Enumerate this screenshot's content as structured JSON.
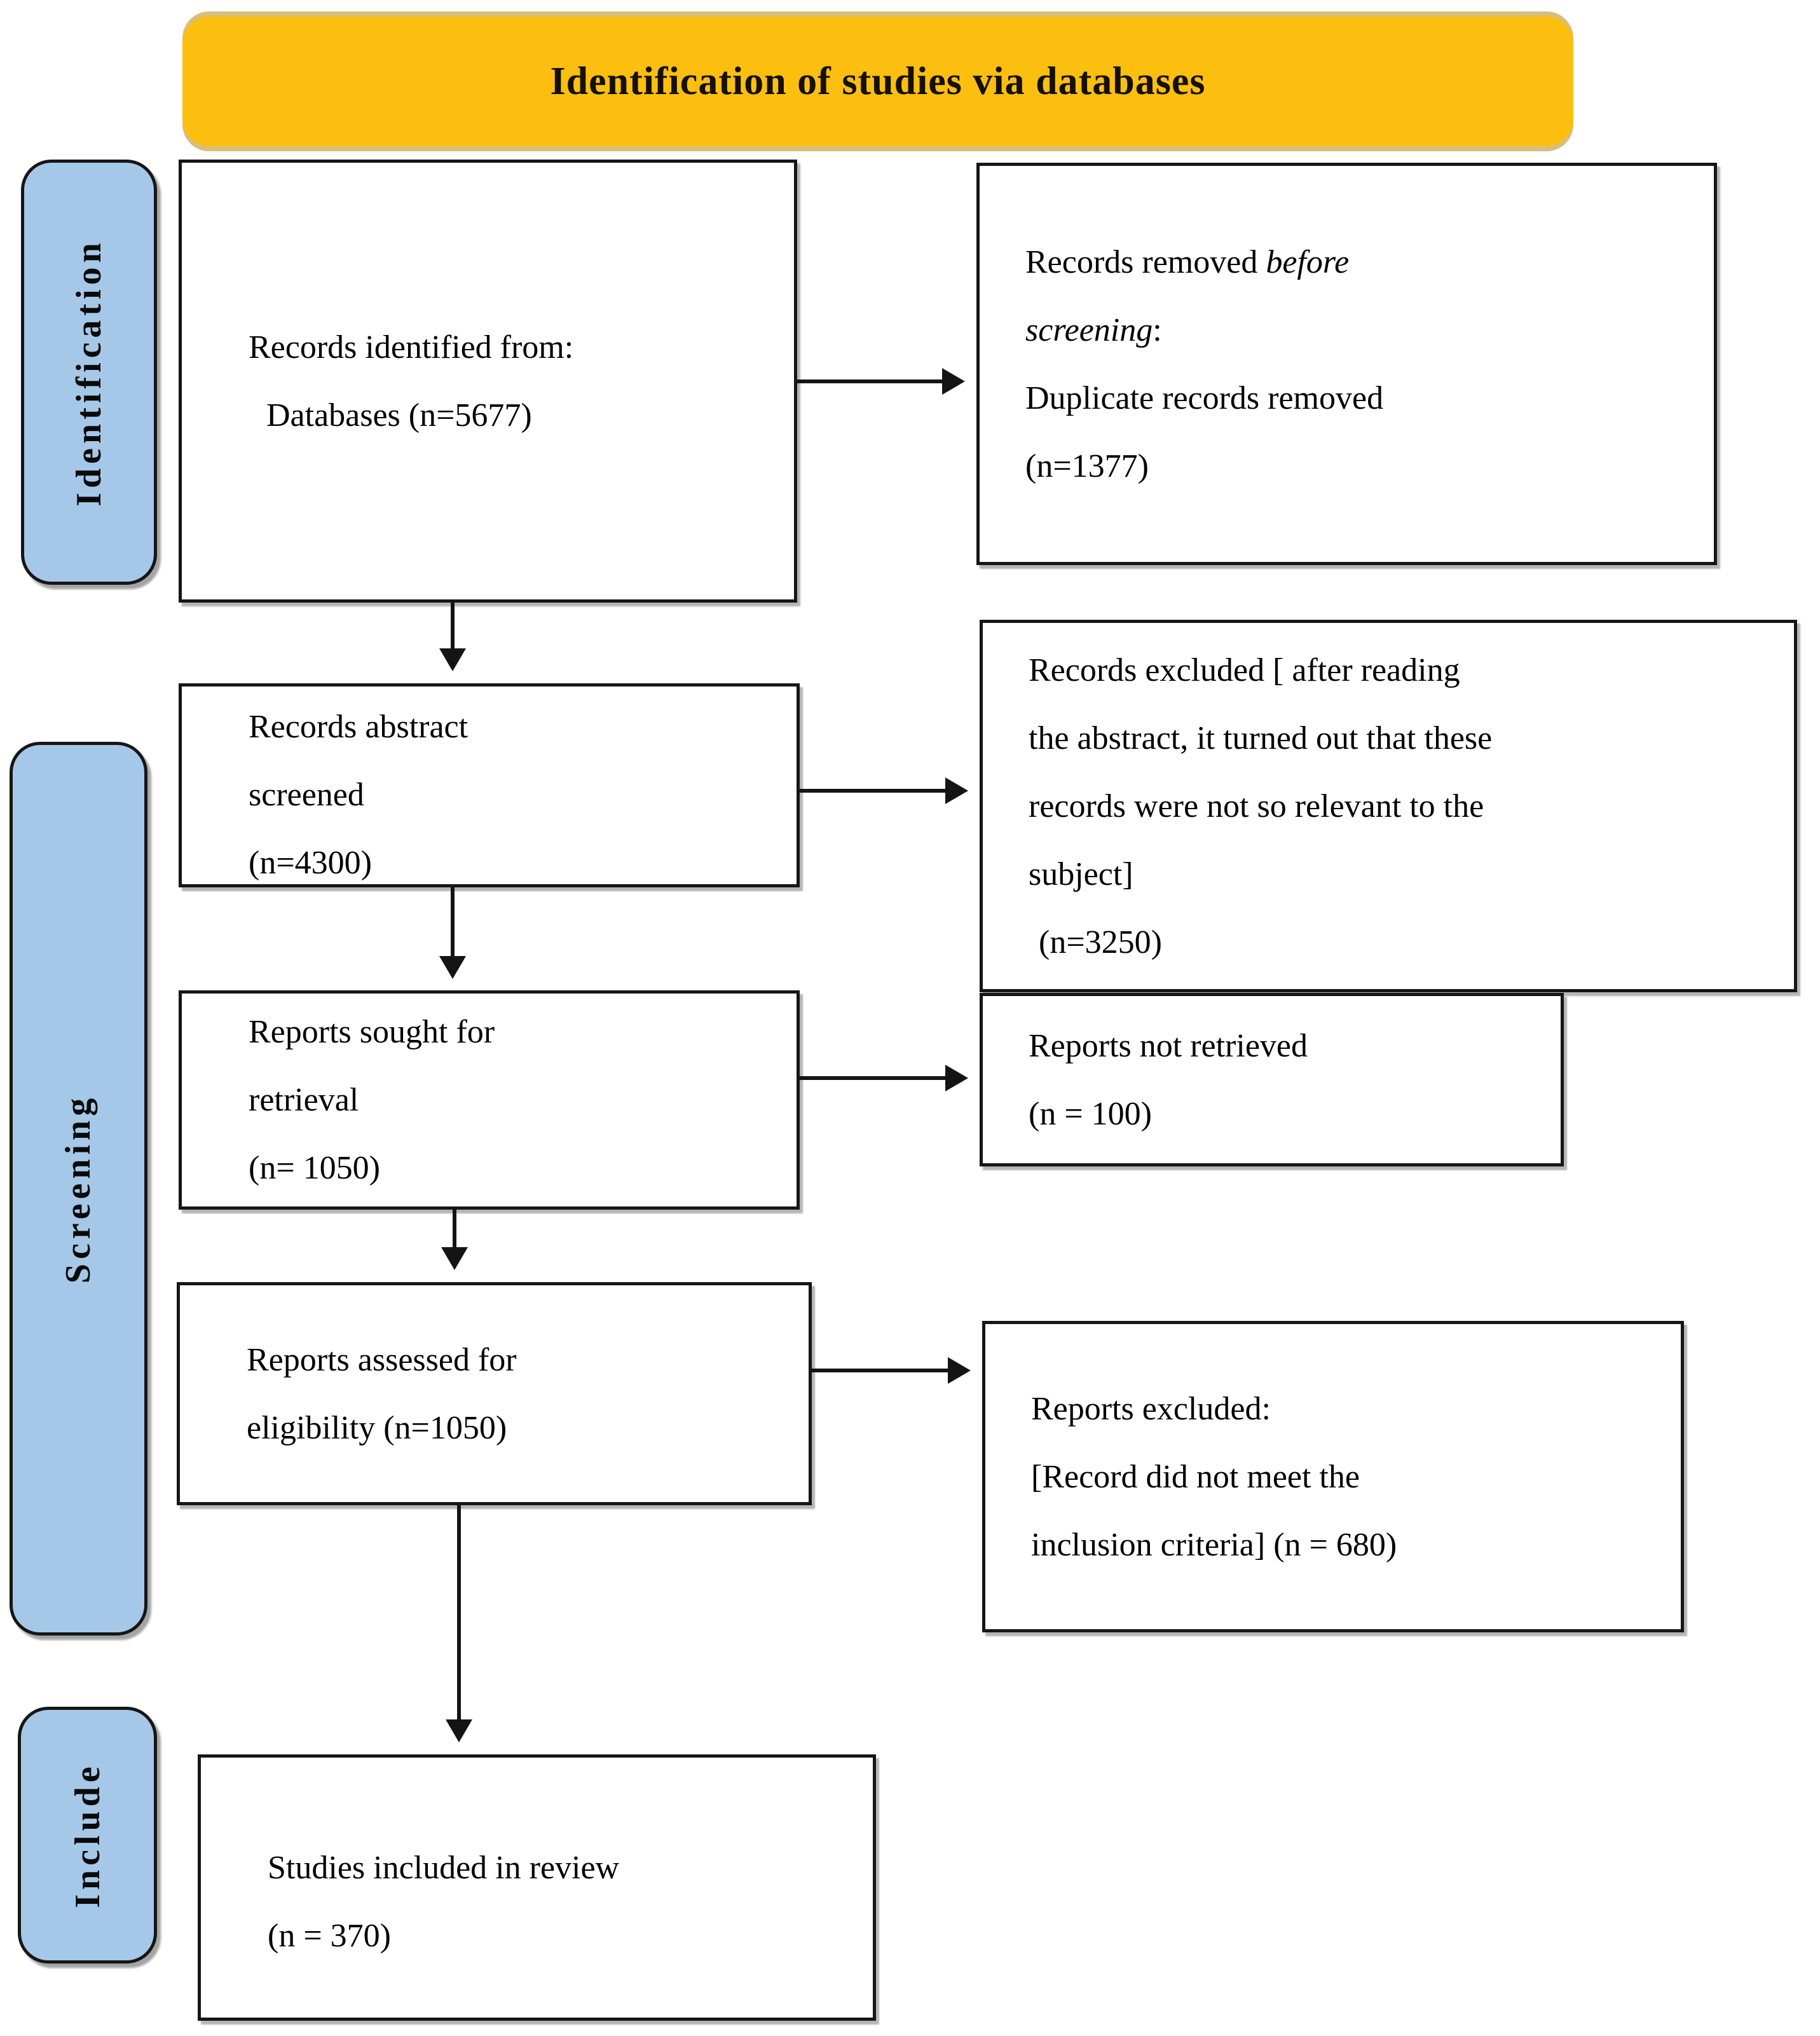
{
  "title": "Identification of studies via databases",
  "colors": {
    "header_bg": "#FCBF10",
    "header_shadow": "#D8BE7D",
    "stage_bg": "#A6C8E8",
    "box_border": "#161616",
    "box_shadow": "#787878"
  },
  "stages": {
    "identification": "Identification",
    "screening": "Screening",
    "include": "Include"
  },
  "flow": {
    "box1": {
      "line1": "Records identified from:",
      "line2": "Databases (n=5677)"
    },
    "box2": {
      "line1": "Records abstract",
      "line2": "screened",
      "line3": "(n=4300)"
    },
    "box3": {
      "line1": "Reports sought for",
      "line2": "retrieval",
      "line3": "(n= 1050)"
    },
    "box4": {
      "line1": "Reports assessed for",
      "line2": "eligibility (n=1050)"
    },
    "box5": {
      "line1": "Studies included in review",
      "line2": "(n = 370)"
    }
  },
  "side": {
    "rbox1": {
      "line1_normal": "Records removed ",
      "line1_italic": "before",
      "line2_italic": "screening",
      "line2_normal": ":",
      "line3": "Duplicate records removed",
      "line4": "(n=1377)"
    },
    "rbox2": {
      "line1": "Records excluded [ after reading",
      "line2": "the abstract, it turned out that these",
      "line3": "records were not so relevant to the",
      "line4": "subject]",
      "line5": "(n=3250)"
    },
    "rbox3": {
      "line1": "Reports not retrieved",
      "line2": "(n = 100)"
    },
    "rbox4": {
      "line1": "Reports excluded:",
      "line2": "[Record did not meet the",
      "line3": "inclusion criteria] (n = 680)"
    }
  }
}
